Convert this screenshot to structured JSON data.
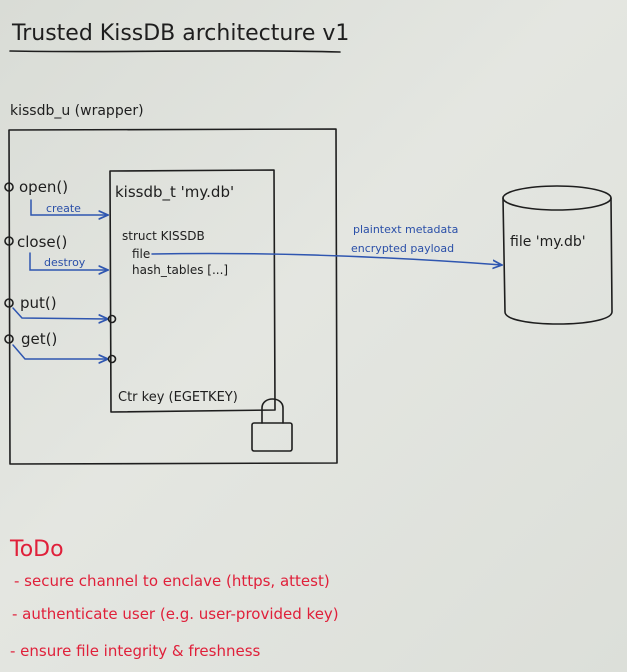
{
  "title": "Trusted KissDB architecture v1",
  "wrapper": {
    "label": "kissdb_u (wrapper)",
    "functions": [
      {
        "label": "open()",
        "note": "create"
      },
      {
        "label": "close()",
        "note": "destroy"
      },
      {
        "label": "put()",
        "note": ""
      },
      {
        "label": "get()",
        "note": ""
      }
    ]
  },
  "enclave": {
    "label": "kissdb_t 'my.db'",
    "struct_label": "struct KISSDB",
    "field_file": "file",
    "field_hash": "hash_tables [...]",
    "key_label": "Ctr key (EGETKEY)"
  },
  "link": {
    "line1": "plaintext metadata",
    "line2": "encrypted payload"
  },
  "storage": {
    "label": "file 'my.db'"
  },
  "todo": {
    "heading": "ToDo",
    "items": [
      "- secure channel to enclave (https, attest)",
      "- authenticate user (e.g. user-provided key)",
      "- ensure file integrity & freshness"
    ]
  },
  "colors": {
    "ink": "#1e1e1e",
    "arrow_blue": "#2f56b0",
    "todo_red": "#e0203a",
    "board": "#e0e2dd"
  }
}
